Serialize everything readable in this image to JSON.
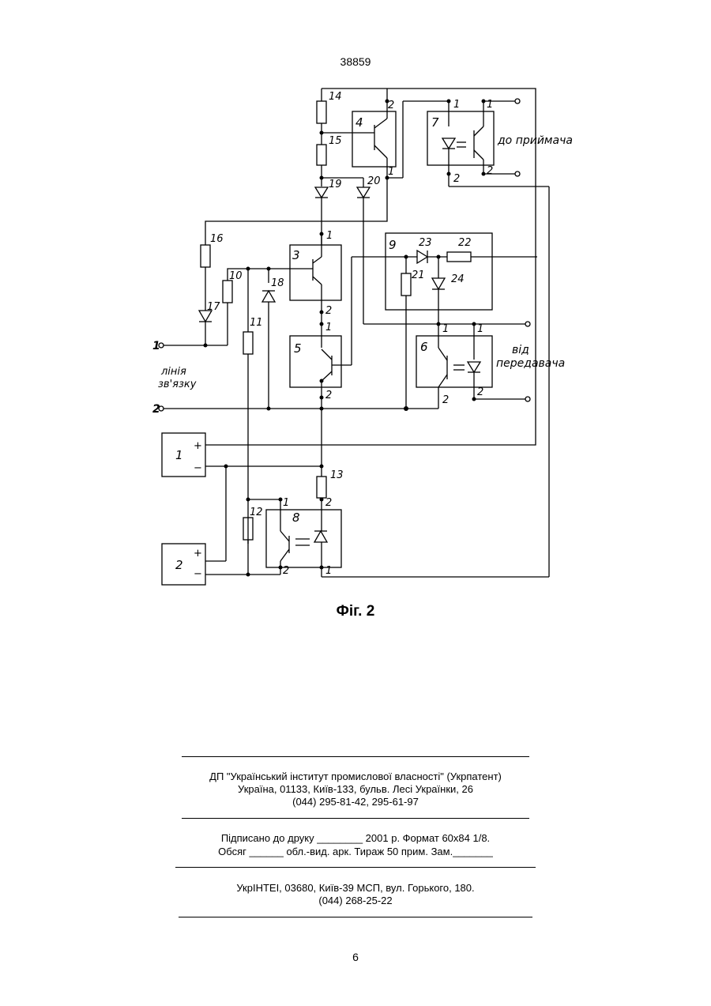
{
  "header": {
    "patent_number": "38859"
  },
  "figure": {
    "caption": "Фіг. 2",
    "labels": {
      "line_label_1": "лінія",
      "line_label_2": "зв'язку",
      "receiver_label": "до приймача",
      "transmitter_label_1": "від",
      "transmitter_label_2": "передавача",
      "terminal_1": "1",
      "terminal_2": "2",
      "plus": "+",
      "minus": "−",
      "n1": "1",
      "n2": "2",
      "n3": "3",
      "n4": "4",
      "n5": "5",
      "n6": "6",
      "n7": "7",
      "n8": "8",
      "n9": "9",
      "n10": "10",
      "n11": "11",
      "n12": "12",
      "n13": "13",
      "n14": "14",
      "n15": "15",
      "n16": "16",
      "n17": "17",
      "n18": "18",
      "n19": "19",
      "n20": "20",
      "n21": "21",
      "n22": "22",
      "n23": "23",
      "n24": "24"
    }
  },
  "imprint": {
    "publisher": [
      "ДП \"Український інститут промислової власності\" (Укрпатент)",
      "Україна, 01133, Київ-133, бульв. Лесі Українки, 26",
      "(044) 295-81-42, 295-61-97"
    ],
    "print_info": [
      "Підписано до друку ________ 2001 р.    Формат 60х84 1/8.",
      "Обсяг ______ обл.-вид. арк.   Тираж 50 прим.    Зам._______"
    ],
    "printer": [
      "УкрІНТЕІ, 03680, Київ-39 МСП, вул. Горького, 180.",
      "(044) 268-25-22"
    ]
  },
  "footer": {
    "page_number": "6"
  }
}
